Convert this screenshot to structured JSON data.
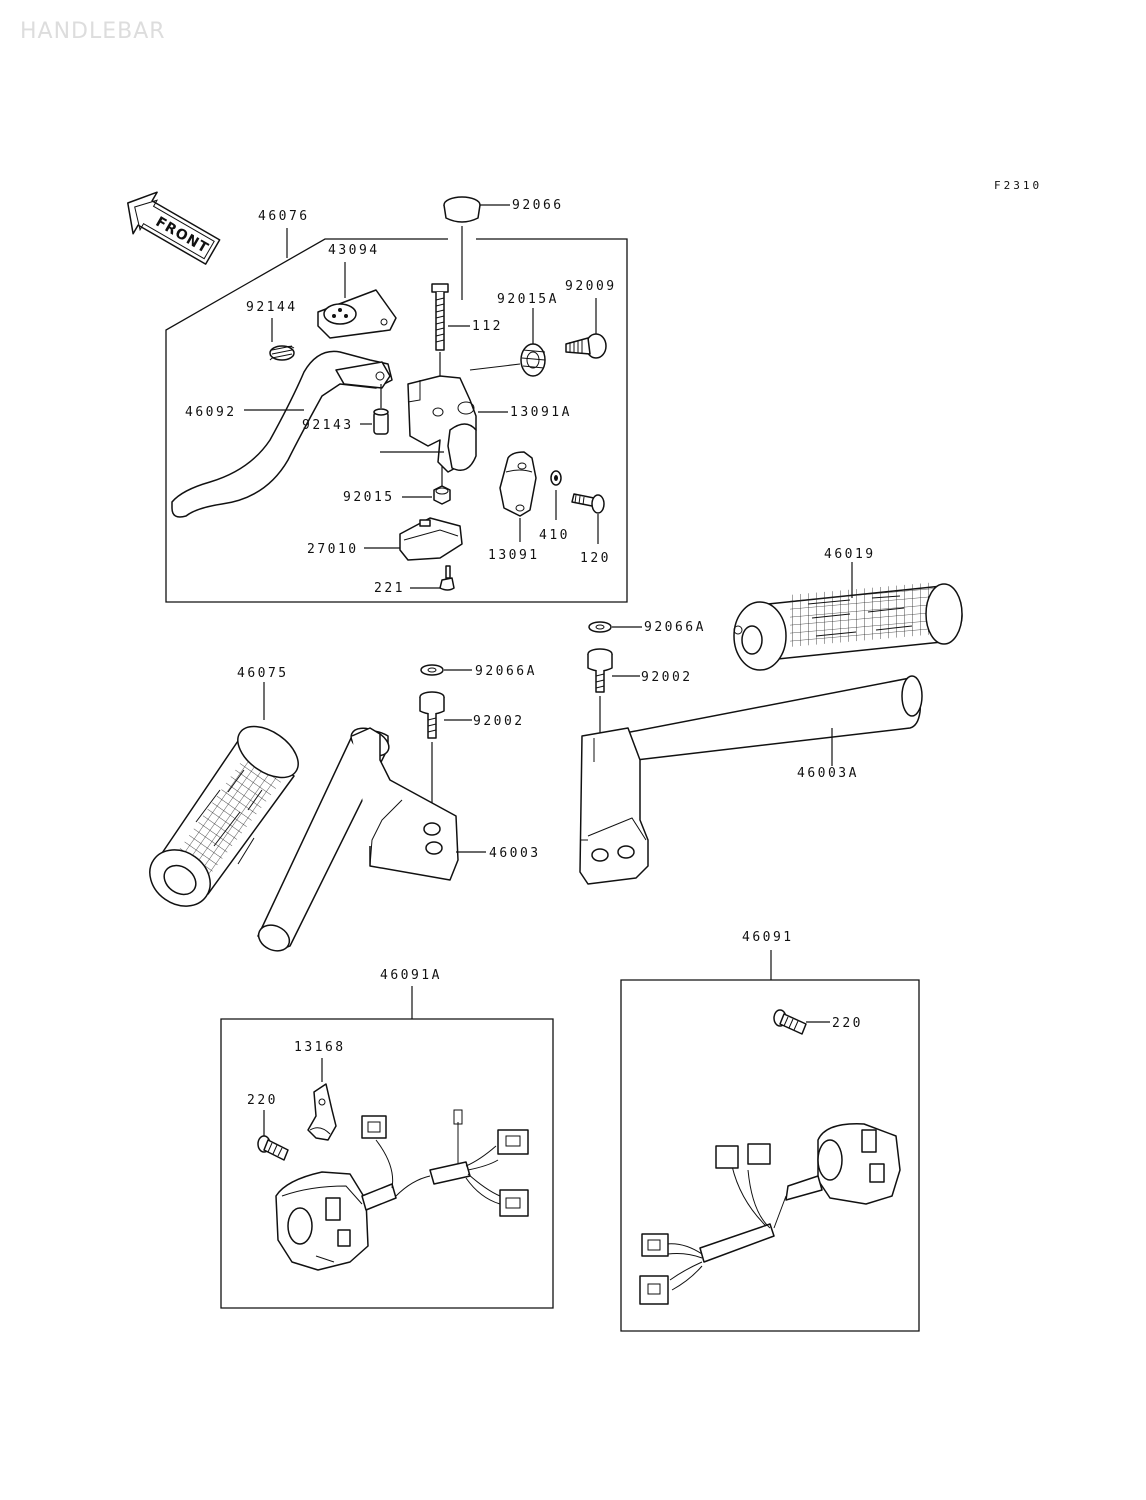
{
  "page": {
    "title": "HANDLEBAR",
    "figure_code": "F2310",
    "front_label": "FRONT"
  },
  "parts": {
    "p92066": "92066",
    "p46076": "46076",
    "p43094": "43094",
    "p92009": "92009",
    "p92015a": "92015A",
    "p92144": "92144",
    "p112": "112",
    "p46092": "46092",
    "p13091a": "13091A",
    "p92143": "92143",
    "p92015": "92015",
    "p410": "410",
    "p27010": "27010",
    "p13091": "13091",
    "p120": "120",
    "p221": "221",
    "p46019": "46019",
    "p92066a_r": "92066A",
    "p92002_r": "92002",
    "p46075": "46075",
    "p92066a_l": "92066A",
    "p92002_l": "92002",
    "p46003a": "46003A",
    "p46003": "46003",
    "p46091": "46091",
    "p46091a": "46091A",
    "p220_r": "220",
    "p13168": "13168",
    "p220_l": "220"
  },
  "icons": {
    "front_arrow": "front-arrow-icon"
  }
}
